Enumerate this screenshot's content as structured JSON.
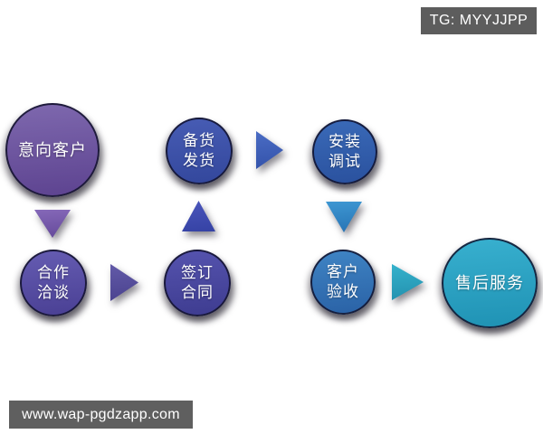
{
  "badges": {
    "tg": {
      "label": "TG: MYYJJPP",
      "bg": "#5d5d5d",
      "text_color": "#ffffff"
    },
    "website": {
      "label": "www.wap-pgdzapp.com",
      "bg": "#5f5f5f",
      "text_color": "#ffffff"
    }
  },
  "flowchart": {
    "type": "process-flow",
    "nodes": [
      {
        "label": "意向客户",
        "size": "large",
        "color_top": "#7e68ae",
        "color_bottom": "#5d4390"
      },
      {
        "label": "合作\n洽谈",
        "size": "small",
        "color_top": "#655cb2",
        "color_bottom": "#4a4094"
      },
      {
        "label": "签订\n合同",
        "size": "small",
        "color_top": "#5553ae",
        "color_bottom": "#3e3c90"
      },
      {
        "label": "备货\n发货",
        "size": "small",
        "color_top": "#475cb4",
        "color_bottom": "#33479c"
      },
      {
        "label": "安装\n调试",
        "size": "small",
        "color_top": "#3a6ab8",
        "color_bottom": "#2a519e"
      },
      {
        "label": "客户\n验收",
        "size": "small",
        "color_top": "#3f84c4",
        "color_bottom": "#2a62a6"
      },
      {
        "label": "售后服务",
        "size": "large",
        "color_top": "#38b0cf",
        "color_bottom": "#1f92b4"
      }
    ],
    "arrows": [
      {
        "dir": "down",
        "from": "意向客户",
        "to": "合作洽谈",
        "color_top": "#8568b8",
        "color_bottom": "#64499a"
      },
      {
        "dir": "right",
        "from": "合作洽谈",
        "to": "签订合同",
        "color_top": "#625aa8",
        "color_bottom": "#4a428e"
      },
      {
        "dir": "up",
        "from": "签订合同",
        "to": "备货发货",
        "color_top": "#4a55bb",
        "color_bottom": "#3542a4"
      },
      {
        "dir": "right",
        "from": "备货发货",
        "to": "安装调试",
        "color_top": "#4a6cc4",
        "color_bottom": "#3352aa"
      },
      {
        "dir": "down",
        "from": "安装调试",
        "to": "客户验收",
        "color_top": "#3e97d2",
        "color_bottom": "#2673b4"
      },
      {
        "dir": "right",
        "from": "客户验收",
        "to": "售后服务",
        "color_top": "#35b2cc",
        "color_bottom": "#2390ae"
      }
    ]
  }
}
